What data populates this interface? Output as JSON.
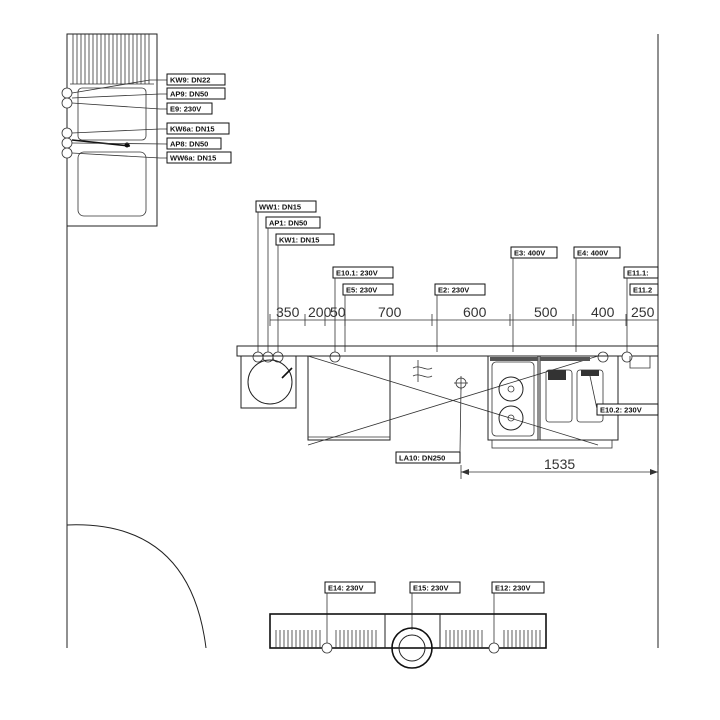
{
  "labels": {
    "kw9": "KW9: DN22",
    "ap9": "AP9: DN50",
    "e9": "E9: 230V",
    "kw6a": "KW6a: DN15",
    "ap8": "AP8: DN50",
    "ww6a": "WW6a: DN15",
    "ww1": "WW1: DN15",
    "ap1": "AP1: DN50",
    "kw1": "KW1: DN15",
    "e10_1": "E10.1: 230V",
    "e5": "E5: 230V",
    "e2": "E2: 230V",
    "e3": "E3: 400V",
    "e4": "E4: 400V",
    "e11_1": "E11.1:",
    "e11_2": "E11.2",
    "e10_2": "E10.2: 230V",
    "la10": "LA10: DN250",
    "e14": "E14: 230V",
    "e15": "E15: 230V",
    "e12": "E12: 230V"
  },
  "dimensions": {
    "d350": "350",
    "d200": "200",
    "d50": "50",
    "d700": "700",
    "d600": "600",
    "d500": "500",
    "d400": "400",
    "d250": "250",
    "d1535": "1535"
  }
}
